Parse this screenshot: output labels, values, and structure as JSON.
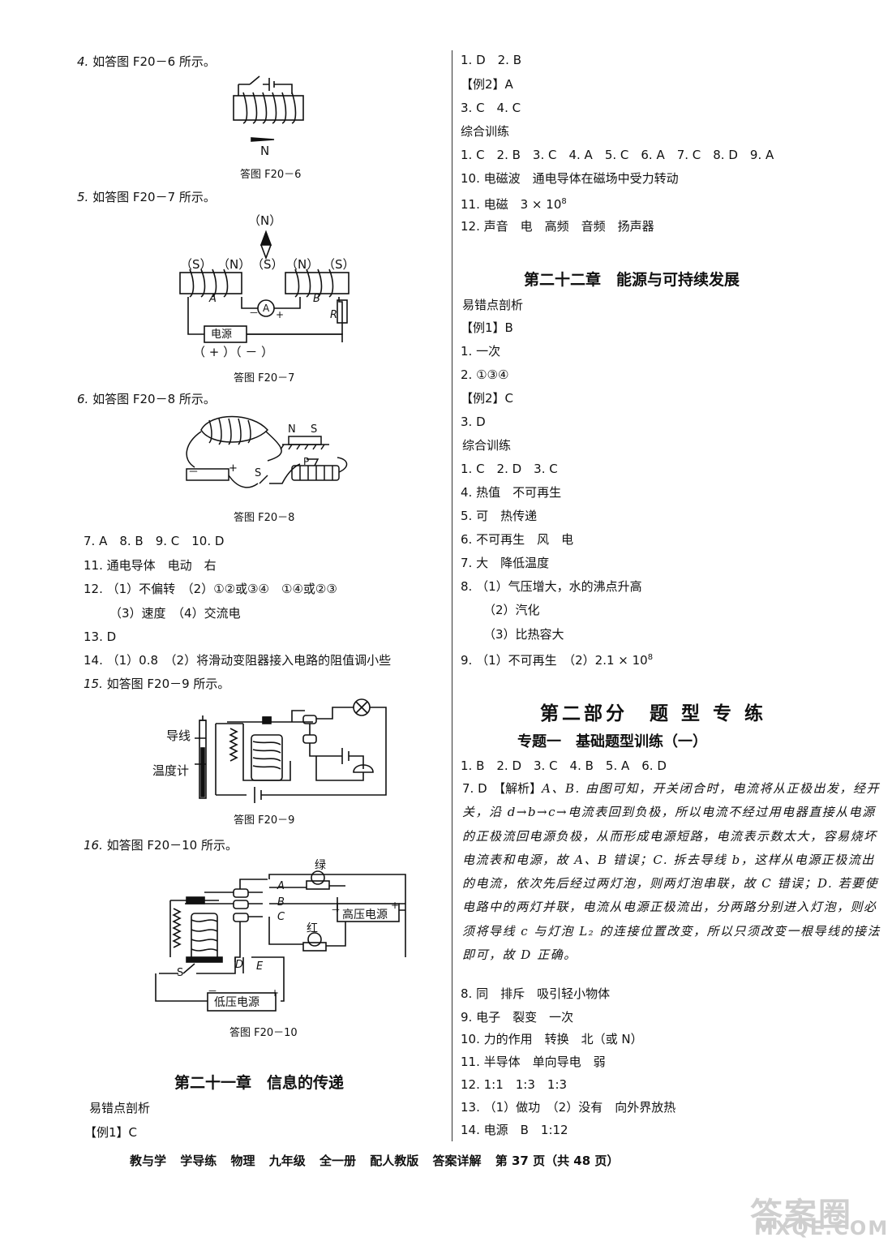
{
  "left": {
    "item4": {
      "num": "4.",
      "text": "如答图 F20－6 所示。",
      "caption": "答图 F20－6",
      "label_n": "N"
    },
    "item5": {
      "num": "5.",
      "text": "如答图 F20－7 所示。",
      "caption": "答图 F20－7",
      "labels": {
        "top_n": "（N）",
        "s1": "（S）",
        "n1": "（N）",
        "s2": "（S）",
        "n2": "（N）",
        "s3": "（S）",
        "a": "A",
        "b": "B",
        "r": "R",
        "ammeter": "A",
        "minus": "－",
        "plus": "+",
        "power": "电源",
        "polarity": "（ + ）（ － ）"
      }
    },
    "item6": {
      "num": "6.",
      "text": "如答图 F20－8 所示。",
      "caption": "答图 F20－8",
      "labels": {
        "n": "N",
        "s": "S",
        "switch": "S",
        "p": "P",
        "minus": "－",
        "plus": "+"
      }
    },
    "a7": "7. A　8. B　9. C　10. D",
    "a11": "11. 通电导体　电动　右",
    "a12a": "12. （1）不偏转　（2）①②或③④　①④或②③",
    "a12b": "（3）速度　（4）交流电",
    "a13": "13. D",
    "a14": "14. （1）0.8　（2）将滑动变阻器接入电路的阻值调小些",
    "item15": {
      "num": "15.",
      "text": "如答图 F20－9 所示。",
      "caption": "答图 F20－9",
      "labels": {
        "wire": "导线",
        "thermo": "温度计"
      }
    },
    "item16": {
      "num": "16.",
      "text": "如答图 F20－10 所示。",
      "caption": "答图 F20－10",
      "labels": {
        "green": "绿",
        "red": "红",
        "a": "A",
        "b": "B",
        "c": "C",
        "d": "D",
        "e": "E",
        "high": "高压电源",
        "low": "低压电源",
        "s": "S",
        "minus": "－",
        "plus": "+"
      }
    },
    "chapter21": "第二十一章　信息的传递",
    "error_analysis": "易错点剖析",
    "ex1": "【例1】C"
  },
  "right": {
    "r1": "1. D　2. B",
    "r2": "【例2】A",
    "r3": "3. C　4. C",
    "r4": "综合训练",
    "r5": "1. C　2. B　3. C　4. A　5. C　6. A　7. C　8. D　9. A",
    "r6": "10. 电磁波　通电导体在磁场中受力转动",
    "r7": "11. 电磁　3 × 10",
    "r7_sup": "8",
    "r8": "12. 声音　电　高频　音频　扬声器",
    "chapter22": "第二十二章　能源与可持续发展",
    "r9": "易错点剖析",
    "r10": "【例1】B",
    "r11": "1. 一次",
    "r12": "2. ①③④",
    "r13": "【例2】C",
    "r14": "3. D",
    "r15": "综合训练",
    "r16": "1. C　2. D　3. C",
    "r17": "4. 热值　不可再生",
    "r18": "5. 可　热传递",
    "r19": "6. 不可再生　风　电",
    "r20": "7. 大　降低温度",
    "r21": "8. （1）气压增大，水的沸点升高",
    "r22": "（2）汽化",
    "r23": "（3）比热容大",
    "r24": "9. （1）不可再生　（2）2.1 × 10",
    "r24_sup": "8",
    "part2": "第二部分　题 型 专 练",
    "topic1": "专题一　基础题型训练（一）",
    "r25": "1. B　2. D　3. C　4. B　5. A　6. D",
    "r26_head": "7. D　【解析】",
    "r26_body": "A、B. 由图可知，开关闭合时，电流将从正极出发，经开关，沿 d→b→c→电流表回到负极，所以电流不经过用电器直接从电源的正极流回电源负极，从而形成电源短路，电流表示数太大，容易烧坏电流表和电源，故 A、B 错误；C. 拆去导线 b，这样从电源正极流出的电流，依次先后经过两灯泡，则两灯泡串联，故 C 错误；D. 若要使电路中的两灯并联，电流从电源正极流出，分两路分别进入灯泡，则必须将导线 c 与灯泡 L₂ 的连接位置改变，所以只须改变一根导线的接法即可，故 D 正确。",
    "r27": "8. 同　排斥　吸引轻小物体",
    "r28": "9. 电子　裂变　一次",
    "r29": "10. 力的作用　转换　北（或 N）",
    "r30": "11. 半导体　单向导电　弱",
    "r31": "12. 1:1　1:3　1:3",
    "r32": "13. （1）做功　（2）没有　向外界放热",
    "r33": "14. 电源　B　1:12"
  },
  "footer": {
    "brand": "教与学",
    "series": "学导练",
    "subject": "物理",
    "grade": "九年级",
    "volume": "全一册",
    "edition": "配人教版",
    "section": "答案详解",
    "page": "第 37 页（共 48 页）"
  },
  "watermark": {
    "main": "答案圈",
    "url": "MXQE.COM"
  }
}
